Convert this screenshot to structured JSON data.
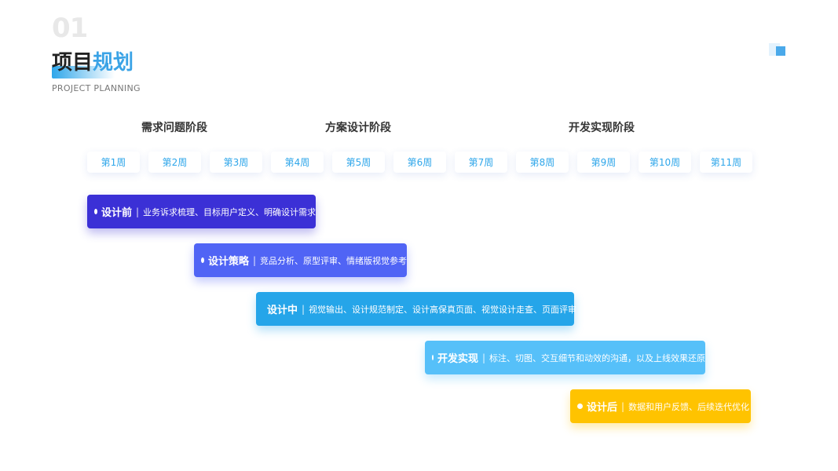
{
  "header": {
    "number": "01",
    "title_dark": "项目",
    "title_blue": "规划",
    "subtitle": "PROJECT PLANNING"
  },
  "phases": [
    "需求问题阶段",
    "方案设计阶段",
    "开发实现阶段"
  ],
  "weeks": [
    "第1周",
    "第2周",
    "第3周",
    "第4周",
    "第5周",
    "第6周",
    "第7周",
    "第8周",
    "第9周",
    "第10周",
    "第11周"
  ],
  "tasks": [
    {
      "title": "设计前",
      "sep": "|",
      "desc": "业务诉求梳理、目标用户定义、明确设计需求",
      "color": "#3b30d6"
    },
    {
      "title": "设计策略",
      "sep": "|",
      "desc": "竞品分析、原型评审、情绪版视觉参考",
      "color": "#5064f5"
    },
    {
      "title": "设计中",
      "sep": "|",
      "desc": "视觉输出、设计规范制定、设计高保真页面、视觉设计走查、页面评审",
      "color": "#25a5e9"
    },
    {
      "title": "开发实现",
      "sep": "|",
      "desc": "标注、切图、交互细节和动效的沟通，以及上线效果还原",
      "color": "#56c0f9"
    },
    {
      "title": "设计后",
      "sep": "|",
      "desc": "数据和用户反馈、后续迭代优化",
      "color": "#ffc300"
    }
  ]
}
